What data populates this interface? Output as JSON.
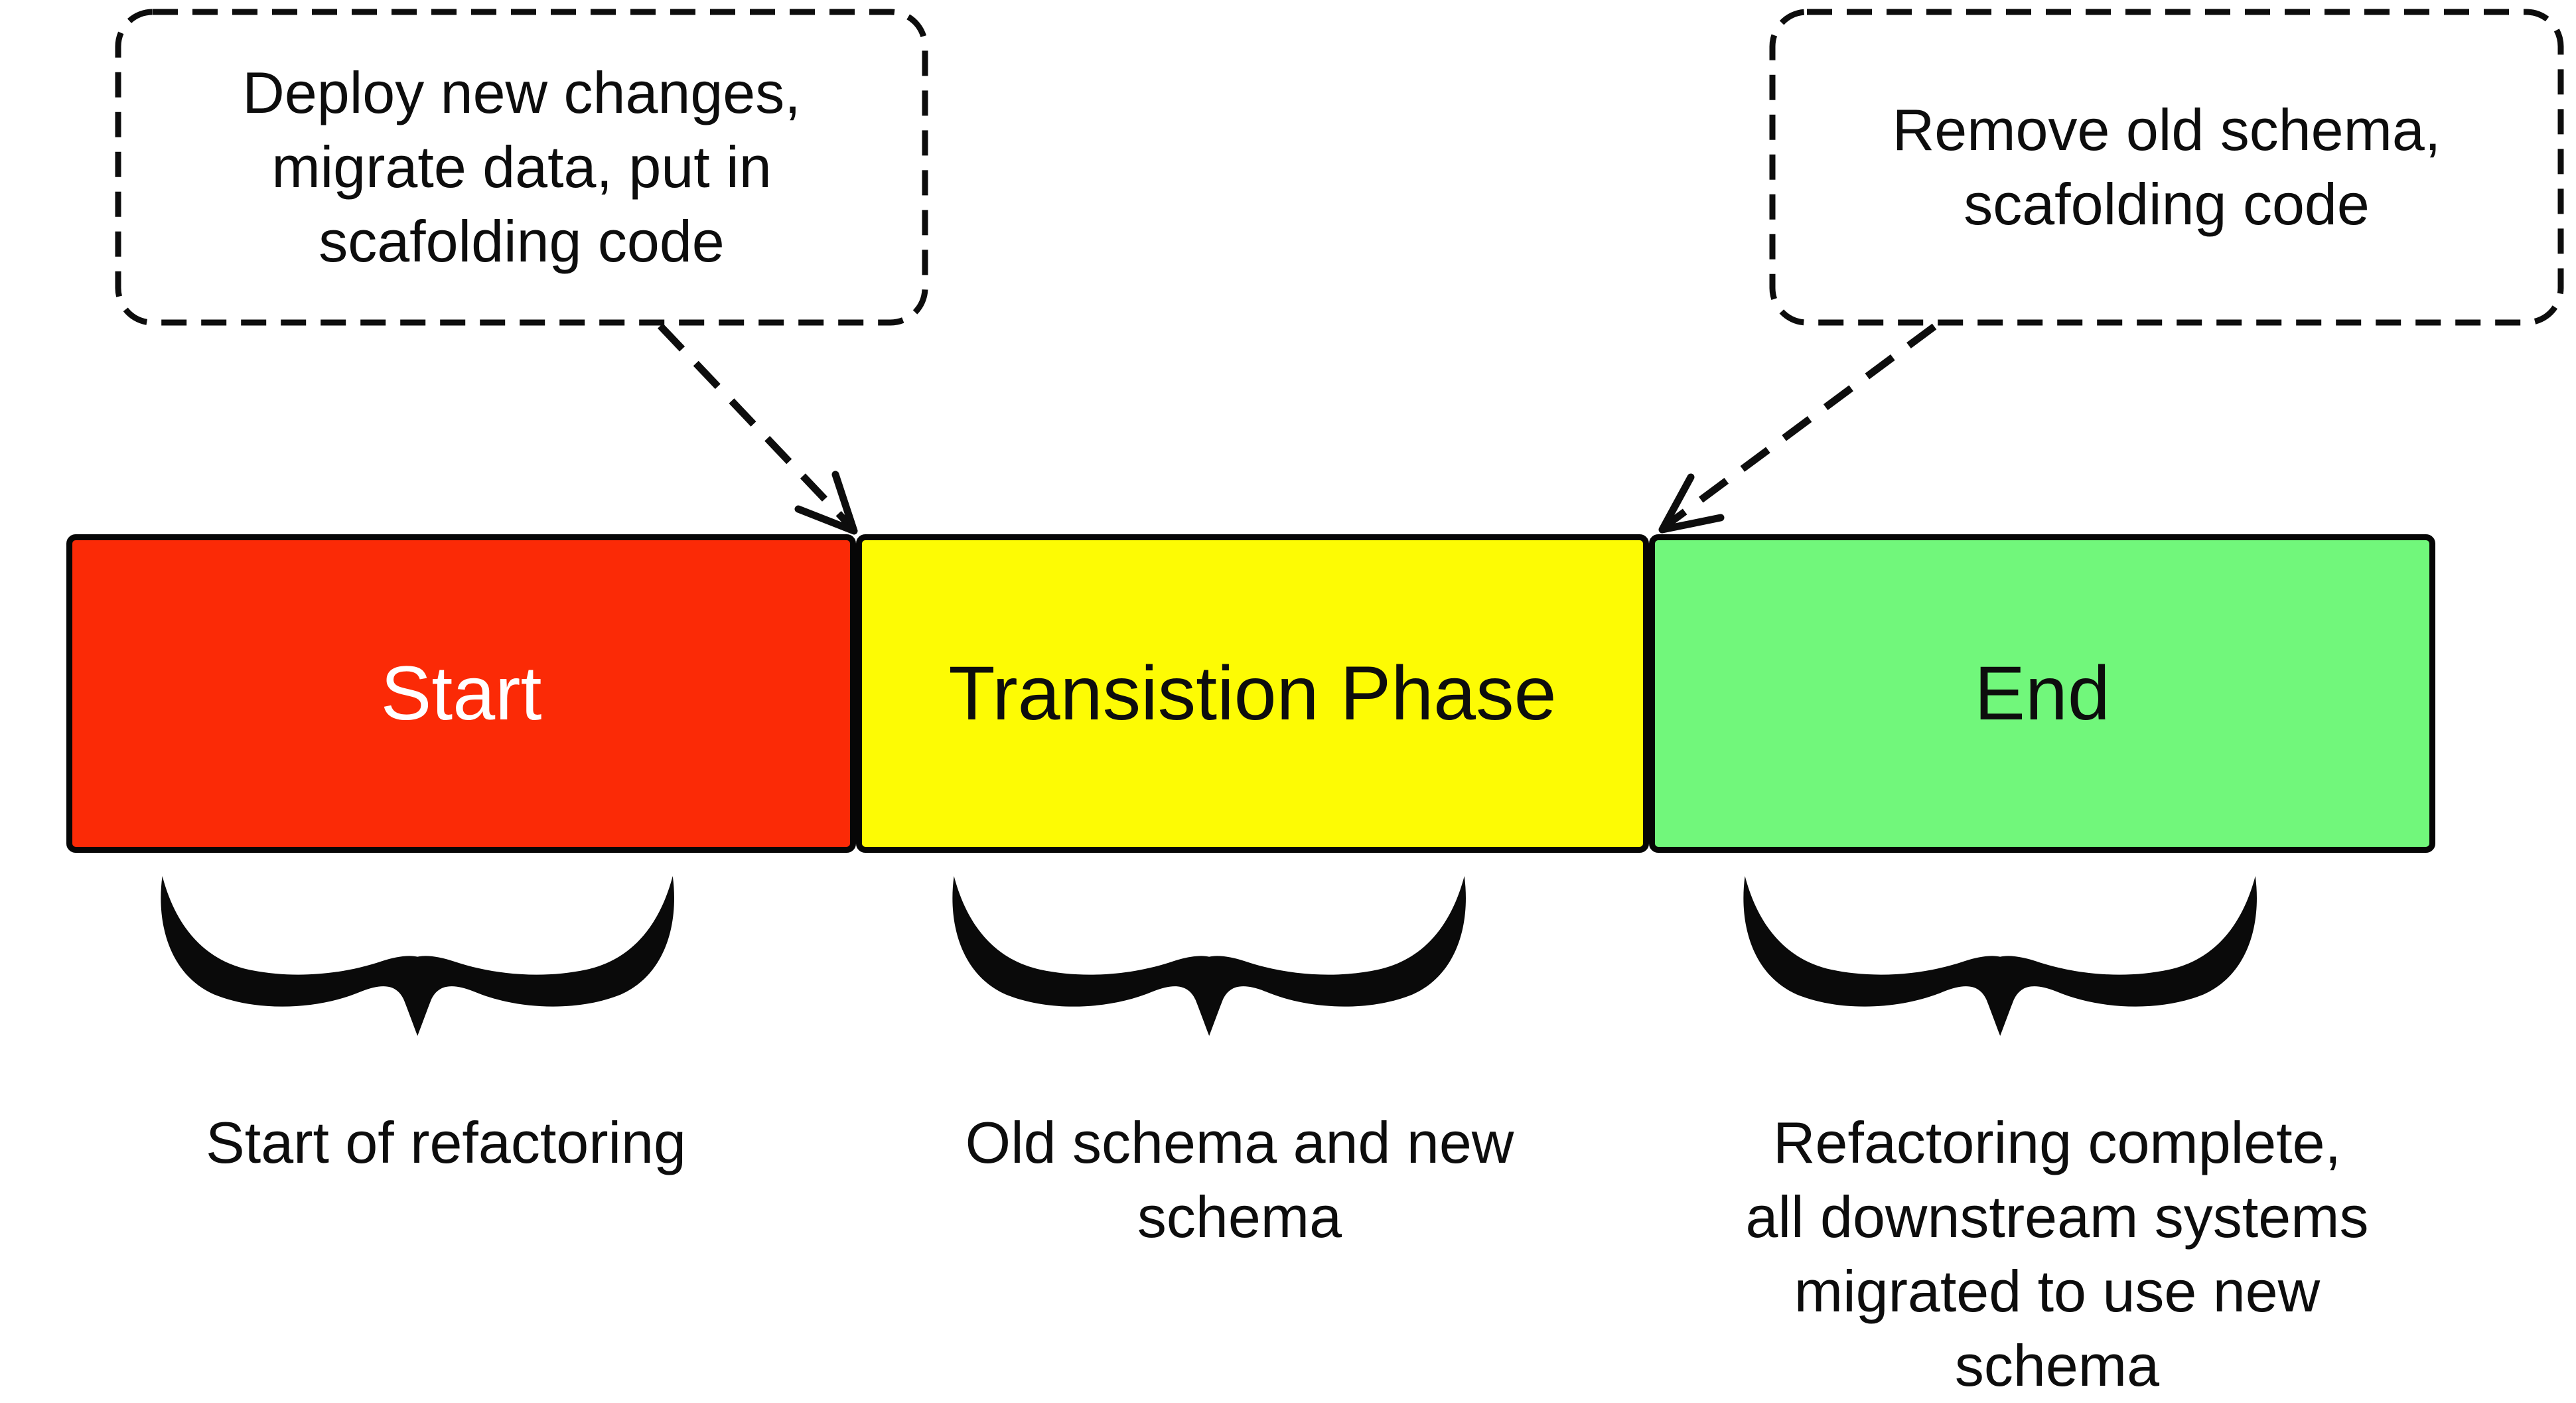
{
  "diagram": {
    "background": "#ffffff",
    "line_color": "#0d0d0d",
    "callouts": {
      "deploy": {
        "text": "Deploy new changes,\nmigrate data, put in\nscafolding code"
      },
      "remove": {
        "text": "Remove old schema,\nscafolding code"
      }
    },
    "phases": [
      {
        "label": "Start",
        "fill": "#fb2a06",
        "text_color": "#ffffff",
        "caption": "Start of refactoring"
      },
      {
        "label": "Transistion Phase",
        "fill": "#fdfb04",
        "text_color": "#0d0d0d",
        "caption": "Old schema and new\nschema"
      },
      {
        "label": "End",
        "fill": "#71f77b",
        "text_color": "#0d0d0d",
        "caption": "Refactoring complete,\nall downstream systems\nmigrated to use new\nschema"
      }
    ]
  }
}
